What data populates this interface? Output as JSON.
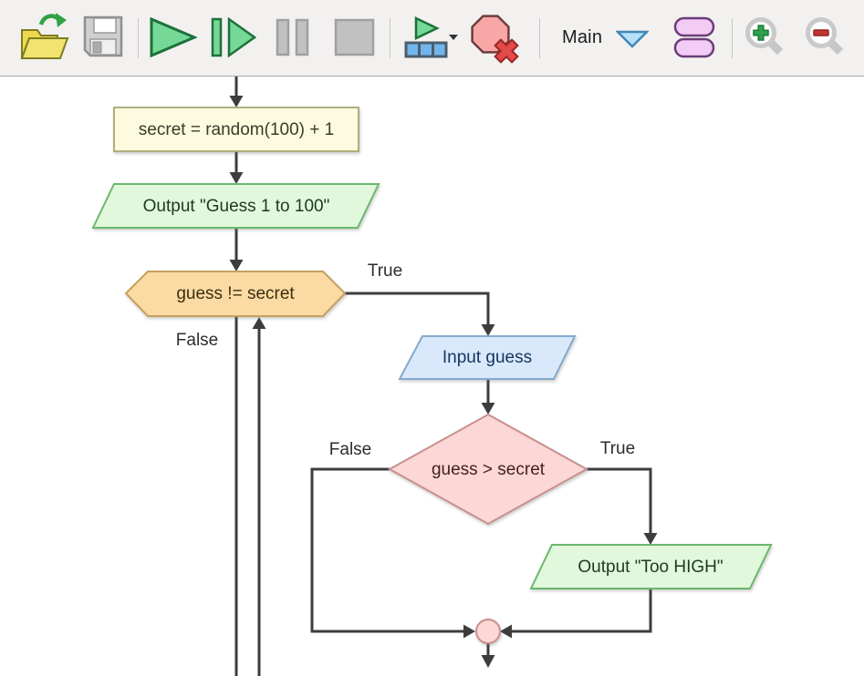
{
  "toolbar": {
    "main_function_label": "Main",
    "icons": [
      "open-folder-icon",
      "save-icon",
      "run-icon",
      "step-icon",
      "pause-icon",
      "stop-icon",
      "run-to-icon",
      "dropdown-caret-icon",
      "clear-breakpoints-icon",
      "chevron-down-icon",
      "functions-icon",
      "zoom-in-icon",
      "zoom-out-icon"
    ]
  },
  "flowchart": {
    "line_color": "#3d3d3d",
    "nodes": {
      "assign": {
        "label": "secret = random(100) + 1",
        "fill": "#fcfbe0",
        "stroke": "#aeae7e",
        "text_color": "#3b3b28"
      },
      "output1": {
        "label": "Output \"Guess 1 to 100\"",
        "fill": "#e1f8dc",
        "stroke": "#6cb86c",
        "text_color": "#1c3b1c"
      },
      "while": {
        "label": "guess != secret",
        "fill": "#fbdba3",
        "stroke": "#c5a05e",
        "text_color": "#3d2e12"
      },
      "input": {
        "label": "Input guess",
        "fill": "#d9e9fb",
        "stroke": "#84aacd",
        "text_color": "#16355c"
      },
      "if": {
        "label": "guess > secret",
        "fill": "#fbd7d5",
        "stroke": "#c98f8f",
        "text_color": "#44201f"
      },
      "output2": {
        "label": "Output \"Too HIGH\"",
        "fill": "#e1f8dc",
        "stroke": "#6cb86c",
        "text_color": "#1c3b1c"
      },
      "junction": {
        "fill": "#fbd7d5",
        "stroke": "#c98f8f"
      }
    },
    "branch_labels": {
      "while_true": "True",
      "while_false": "False",
      "if_false": "False",
      "if_true": "True"
    }
  }
}
